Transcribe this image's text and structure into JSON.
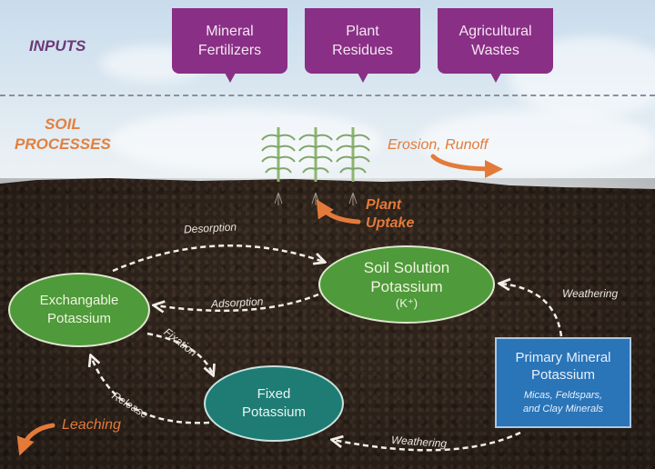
{
  "sections": {
    "inputs": "INPUTS",
    "soil_processes_line1": "SOIL",
    "soil_processes_line2": "PROCESSES"
  },
  "inputs": [
    {
      "line1": "Mineral",
      "line2": "Fertilizers"
    },
    {
      "line1": "Plant",
      "line2": "Residues"
    },
    {
      "line1": "Agricultural",
      "line2": "Wastes"
    }
  ],
  "losses": {
    "erosion": "Erosion, Runoff",
    "uptake_line1": "Plant",
    "uptake_line2": "Uptake",
    "leaching": "Leaching"
  },
  "nodes": {
    "soil_solution": {
      "line1": "Soil Solution",
      "line2": "Potassium",
      "line3": "(K⁺)"
    },
    "exchangeable": {
      "line1": "Exchangable",
      "line2": "Potassium"
    },
    "fixed": {
      "line1": "Fixed",
      "line2": "Potassium"
    },
    "primary": {
      "line1": "Primary Mineral",
      "line2": "Potassium",
      "sub1": "Micas, Feldspars,",
      "sub2": "and Clay Minerals"
    }
  },
  "flows": {
    "desorption": "Desorption",
    "adsorption": "Adsorption",
    "fixation": "Fixation",
    "release": "Release",
    "weathering_to_solution": "Weathering",
    "weathering_to_fixed": "Weathering"
  },
  "colors": {
    "inputs_purple": "#8a2f86",
    "process_orange": "#e37a3a",
    "node_green": "#4f9a3a",
    "node_teal": "#1f7c75",
    "primary_blue": "#2a74b8",
    "soil_brown": "#2f241c"
  }
}
